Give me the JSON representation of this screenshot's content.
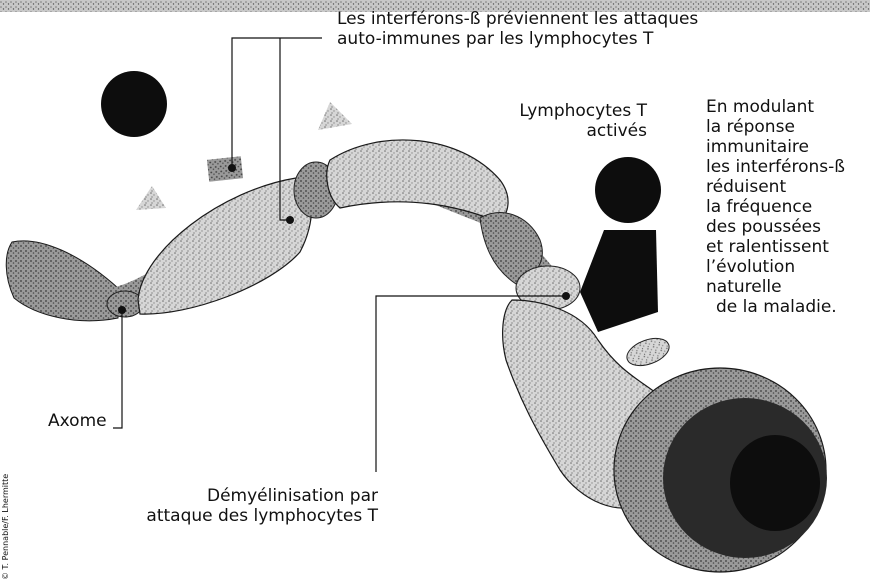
{
  "labels": {
    "interferons_line1": "Les interférons-ß préviennent les attaques",
    "interferons_line2": "auto-immunes par les lymphocytes T",
    "lymphocytes_line1": "Lymphocytes T",
    "lymphocytes_line2": "activés",
    "modulation": [
      "En modulant",
      "la réponse",
      "immunitaire",
      "les interférons-ß",
      "réduisent",
      "la fréquence",
      "des poussées",
      "et ralentissent",
      "l’évolution",
      "naturelle",
      "de la maladie."
    ],
    "axome": "Axome",
    "demyelination_line1": "Démyélinisation par",
    "demyelination_line2": "attaque des lymphocytes T",
    "credit": "© T. Pennable/F. Lhermitte"
  },
  "colors": {
    "ink": "#111111",
    "myelin_fill": "#d9d9d9",
    "myelin_dark": "#8a8a8a",
    "cell_black": "#0d0d0d"
  }
}
